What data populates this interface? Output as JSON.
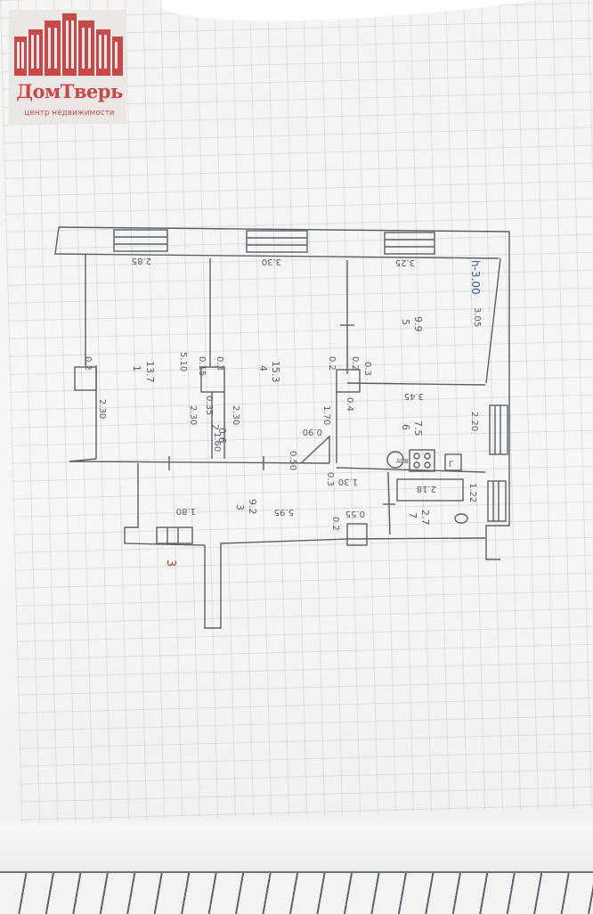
{
  "logo": {
    "name": "ДомТверь",
    "tagline": "центр недвижимости",
    "color": "#c9484a"
  },
  "plan": {
    "ceiling_note": "h-3.00",
    "entrance_mark": "3",
    "rooms": [
      {
        "number": "1",
        "area": "13.7"
      },
      {
        "number": "2",
        "area": "0.6"
      },
      {
        "number": "3",
        "area": "9.2"
      },
      {
        "number": "4",
        "area": "15.3"
      },
      {
        "number": "5",
        "area": "9.9"
      },
      {
        "number": "6",
        "area": "7.5"
      },
      {
        "number": "7",
        "area": "2.7"
      }
    ],
    "dimensions": {
      "room1_top": "2.85",
      "room4_top": "3.30",
      "room5_top": "3.25",
      "room5_right": "3.05",
      "room1_length": "5.10",
      "room1_bottom": "2.30",
      "room2_side": "2.30",
      "room4_bottom": "2.30",
      "room2_width": "1.60",
      "room2_depth": "0.35",
      "wall_a": "0.2",
      "wall_b": "0.3",
      "wall_c": "0.15",
      "wall_d": "0.2",
      "wall_e": "0.2",
      "wall_f": "0.3",
      "wall_g": "0.4",
      "wall_h": "0.3",
      "corridor_step": "1.70",
      "door_width": "0.90",
      "door_offset": "0.50",
      "kitchen_top": "3.45",
      "kitchen_right": "2.20",
      "hall_length": "5.95",
      "hall_width": "1.80",
      "hall_step": "1.30",
      "bath_width": "2.18",
      "bath_right": "1.22",
      "hall_small": "0.2",
      "hall_door": "0.55"
    },
    "stove_label": "АГВ",
    "stove_unit_label": "Г"
  }
}
